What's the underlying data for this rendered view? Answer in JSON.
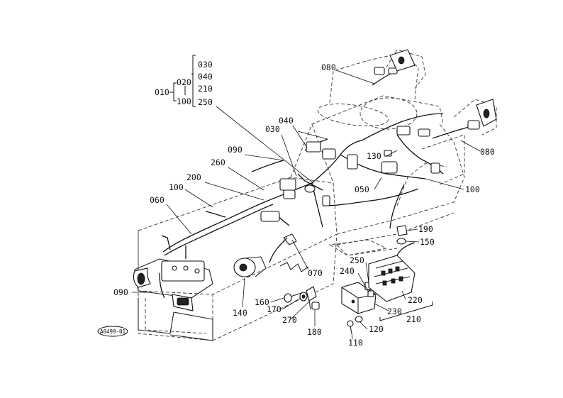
{
  "diagram": {
    "callouts": [
      {
        "id": "c010",
        "text": "010"
      },
      {
        "id": "c020",
        "text": "020"
      },
      {
        "id": "c100a",
        "text": "100"
      },
      {
        "id": "c030a",
        "text": "030"
      },
      {
        "id": "c040a",
        "text": "040"
      },
      {
        "id": "c210a",
        "text": "210"
      },
      {
        "id": "c250a",
        "text": "250"
      },
      {
        "id": "c080a",
        "text": "080"
      },
      {
        "id": "c040b",
        "text": "040"
      },
      {
        "id": "c030b",
        "text": "030"
      },
      {
        "id": "c090a",
        "text": "090"
      },
      {
        "id": "c260",
        "text": "260"
      },
      {
        "id": "c200",
        "text": "200"
      },
      {
        "id": "c100b",
        "text": "100"
      },
      {
        "id": "c060",
        "text": "060"
      },
      {
        "id": "c130",
        "text": "130"
      },
      {
        "id": "c080b",
        "text": "080"
      },
      {
        "id": "c050",
        "text": "050"
      },
      {
        "id": "c100c",
        "text": "100"
      },
      {
        "id": "c190",
        "text": "190"
      },
      {
        "id": "c150",
        "text": "150"
      },
      {
        "id": "c250b",
        "text": "250"
      },
      {
        "id": "c240",
        "text": "240"
      },
      {
        "id": "c070",
        "text": "070"
      },
      {
        "id": "c090b",
        "text": "090"
      },
      {
        "id": "c140",
        "text": "140"
      },
      {
        "id": "c160",
        "text": "160"
      },
      {
        "id": "c170",
        "text": "170"
      },
      {
        "id": "c270",
        "text": "270"
      },
      {
        "id": "c180",
        "text": "180"
      },
      {
        "id": "c220",
        "text": "220"
      },
      {
        "id": "c230",
        "text": "230"
      },
      {
        "id": "c210b",
        "text": "210"
      },
      {
        "id": "c120",
        "text": "120"
      },
      {
        "id": "c110",
        "text": "110"
      }
    ],
    "stamp": "A0499-01",
    "line_color": "#111111"
  }
}
